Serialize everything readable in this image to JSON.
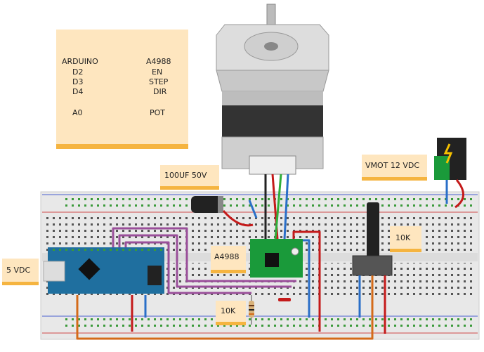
{
  "pin_note": {
    "left_header": "ARDUINO",
    "right_header": "A4988",
    "rows": [
      {
        "left": "D2",
        "right": "EN"
      },
      {
        "left": "D3",
        "right": "STEP"
      },
      {
        "left": "D4",
        "right": "DIR"
      },
      {
        "left": "A0",
        "right": "POT"
      }
    ]
  },
  "labels": {
    "capacitor": "100UF 50V",
    "vmot": "VMOT 12 VDC",
    "logic_power": "5 VDC",
    "driver": "A4988",
    "pot": "10K",
    "resistor": "10K"
  },
  "colors": {
    "note": "#fee6bf",
    "note_bar": "#f5b440",
    "arduino": "#1f6f9f",
    "driver_board": "#1a9a3a",
    "wire_purple": "#9a4f9a",
    "wire_red": "#c41a1a",
    "wire_blue": "#2a6fc8",
    "wire_green": "#2fae3a",
    "wire_orange": "#d46b1a",
    "wire_black": "#222222"
  }
}
